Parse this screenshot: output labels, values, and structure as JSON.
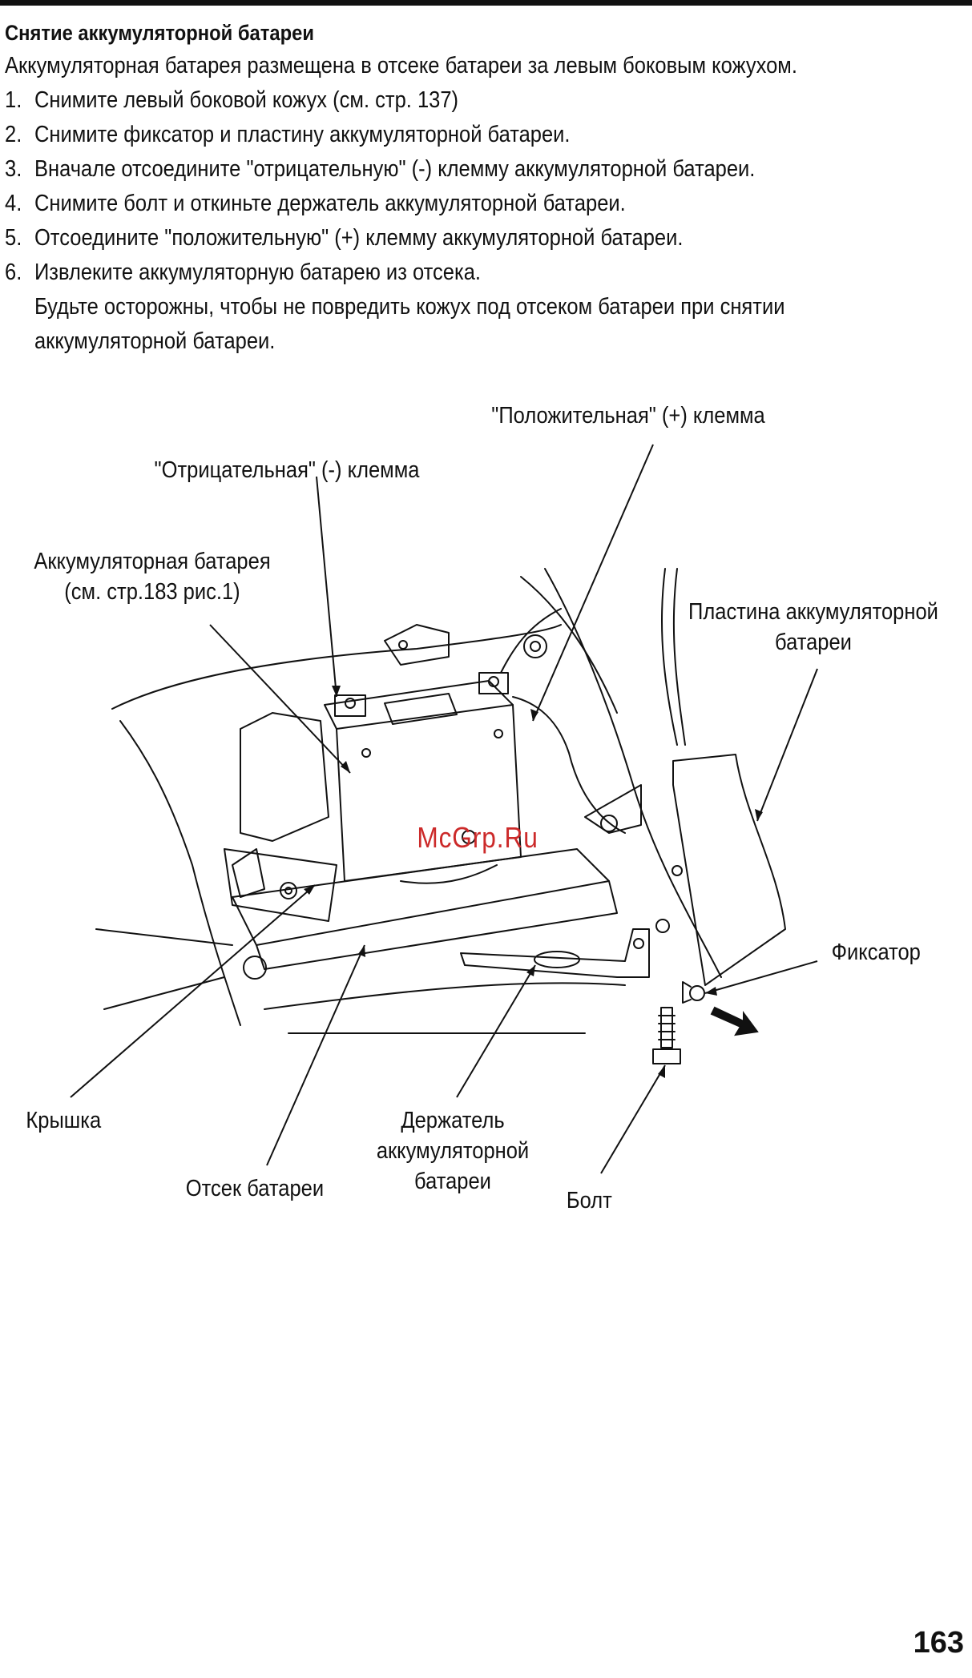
{
  "document": {
    "title": "Снятие аккумуляторной батареи",
    "intro": "Аккумуляторная батарея размещена в отсеке батареи за левым боковым кожухом.",
    "steps": [
      {
        "num": "1.",
        "text": "Снимите левый боковой кожух (см. стр. 137)"
      },
      {
        "num": "2.",
        "text": "Снимите фиксатор и пластину аккумуляторной батареи."
      },
      {
        "num": "3.",
        "text": "Вначале отсоедините \"отрицательную\" (-) клемму аккумуляторной батареи."
      },
      {
        "num": "4.",
        "text": "Снимите болт и откиньте держатель аккумуляторной батареи."
      },
      {
        "num": "5.",
        "text": "Отсоедините \"положительную\" (+) клемму аккумуляторной батареи."
      },
      {
        "num": "6.",
        "text": "Извлеките аккумуляторную батарею из отсека."
      }
    ],
    "step6_note_line1": "Будьте осторожны, чтобы не повредить кожух под отсеком батареи при снятии",
    "step6_note_line2": "аккумуляторной батареи.",
    "page_number": "163"
  },
  "figure": {
    "labels": {
      "positive_terminal": "\"Положительная\" (+) клемма",
      "negative_terminal": "\"Отрицательная\" (-) клемма",
      "battery_line1": "Аккумуляторная батарея",
      "battery_line2": "(см. стр.183 рис.1)",
      "battery_plate_line1": "Пластина аккумуляторной",
      "battery_plate_line2": "батареи",
      "retainer": "Фиксатор",
      "cover": "Крышка",
      "holder_line1": "Держатель",
      "holder_line2": "аккумуляторной",
      "holder_line3": "батареи",
      "battery_case": "Отсек батареи",
      "bolt": "Болт"
    },
    "watermark": "McGrp.Ru"
  }
}
